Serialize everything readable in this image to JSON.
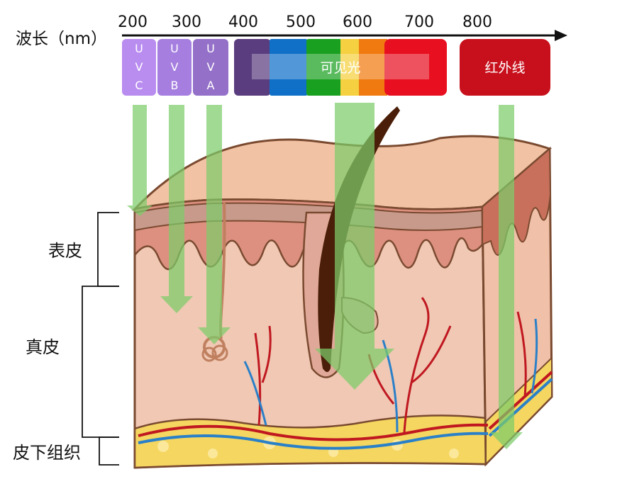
{
  "axis": {
    "label": "波长（nm）",
    "ticks": [
      "200",
      "300",
      "400",
      "500",
      "600",
      "700",
      "800"
    ]
  },
  "bands": {
    "uvc": [
      "U",
      "V",
      "C"
    ],
    "uvb": [
      "U",
      "V",
      "B"
    ],
    "uva": [
      "U",
      "V",
      "A"
    ],
    "visible_label": "可见光",
    "infrared_label": "红外线"
  },
  "layers": {
    "epidermis": "表皮",
    "dermis": "真皮",
    "subcutaneous": "皮下组织"
  },
  "colors": {
    "uvc": "#b98cf0",
    "uvb": "#a57ee0",
    "uva": "#9470c9",
    "violet": "#5a3d7f",
    "blue": "#1070c8",
    "green": "#1aa020",
    "yellow": "#f5d040",
    "orange": "#f07a10",
    "red": "#e81020",
    "infrared": "#c8101c",
    "arrow": "#7dcc6a",
    "skin_top": "#f2c2a4",
    "epidermis": "#d98a7c",
    "dermis": "#f0c8b4",
    "fat": "#f5d660",
    "artery": "#c01820",
    "vein": "#2a80c8",
    "hair": "#4a1e08"
  }
}
